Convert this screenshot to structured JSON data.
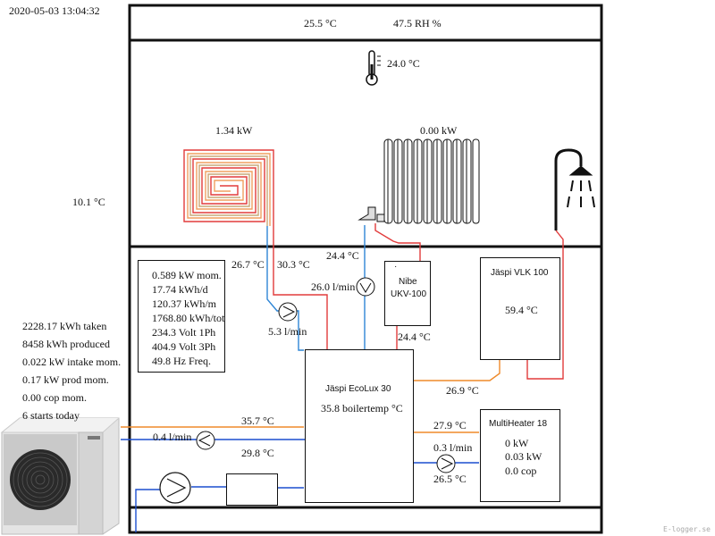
{
  "timestamp": "2020-05-03 13:04:32",
  "indoor": {
    "temperature": "25.5 °C",
    "humidity": "47.5 RH %",
    "room_temperature": "24.0 °C"
  },
  "outdoor_temperature": "10.1 °C",
  "floor_heating": {
    "power": "1.34 kW",
    "return_temp": "26.7 °C",
    "supply_temp": "30.3 °C",
    "flow": "5.3 l/min"
  },
  "radiator": {
    "power": "0.00 kW",
    "temp": "24.4 °C",
    "flow": "26.0 l/min"
  },
  "electric_meter": {
    "lines": [
      "0.589 kW mom.",
      "17.74 kWh/d",
      "120.37 kWh/m",
      "1768.80 kWh/tot",
      "234.3 Volt 1Ph",
      "404.9 Volt 3Ph",
      "49.8 Hz Freq."
    ]
  },
  "heat_pump_stats": {
    "lines": [
      "2228.17 kWh taken",
      "8458 kWh produced",
      "0.022 kW intake mom.",
      "0.17 kW prod mom.",
      "0.00 cop mom.",
      "6 starts today"
    ]
  },
  "ventilation_nibe": {
    "name_line1": "Nibe",
    "name_line2": "UKV-100",
    "dot": "·",
    "temp": "24.4 °C"
  },
  "vlk": {
    "name": "Jäspi VLK 100",
    "temp": "59.4 °C",
    "pipe_temp": "26.9 °C"
  },
  "boiler": {
    "name": "Jäspi EcoLux 30",
    "temp": "35.8 boilertemp °C"
  },
  "heat_pump_circuit": {
    "supply_temp": "35.7 °C",
    "flow": "0.4 l/min",
    "return_temp": "29.8 °C"
  },
  "multiheater": {
    "name": "MultiHeater 18",
    "supply_temp": "27.9 °C",
    "flow": "0.3 l/min",
    "return_temp": "26.5 °C",
    "power": "0 kW",
    "power2": "0.03 kW",
    "cop": "0.0 cop"
  },
  "watermark": "E-logger.se",
  "colors": {
    "hot": "#e23b3b",
    "cold": "#2f86d6",
    "warm": "#ef8a2a",
    "blue_dark": "#1c4fcf",
    "outline": "#111111"
  }
}
